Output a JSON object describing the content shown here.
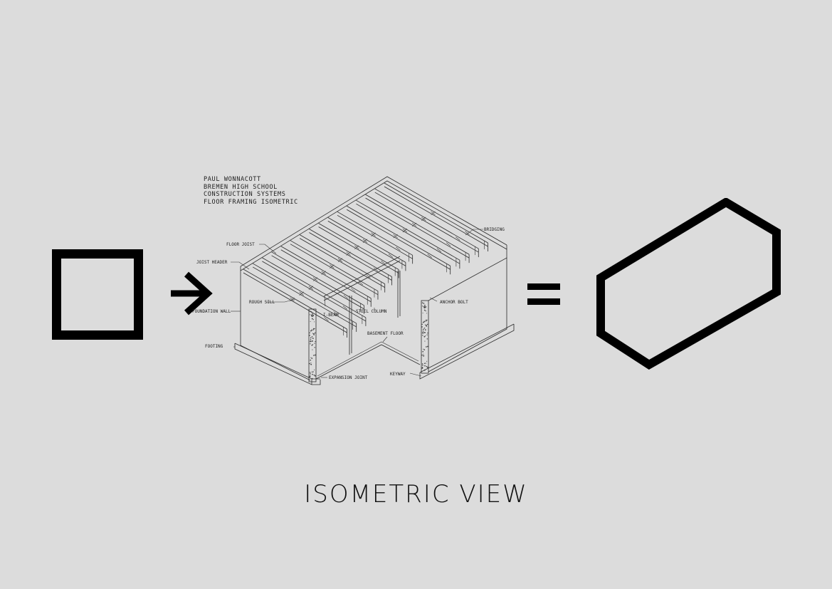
{
  "caption": "ISOMETRIC VIEW",
  "title_block": {
    "lines": [
      "PAUL WONNACOTT",
      "BREMEN HIGH SCHOOL",
      "CONSTRUCTION SYSTEMS",
      "FLOOR FRAMING ISOMETRIC"
    ]
  },
  "labels": {
    "floor_joist": "FLOOR JOIST",
    "joist_header": "JOIST HEADER",
    "rough_sill": "ROUGH SILL",
    "foundation_wall": "FOUNDATION WALL",
    "i_beam": "I-BEAM",
    "steel_column": "STEEL COLUMN",
    "basement_floor": "BASEMENT FLOOR",
    "footing": "FOOTING",
    "expansion_joint": "EXPANSION JOINT",
    "keyway": "KEYWAY",
    "anchor_bolt": "ANCHOR BOLT",
    "bridging": "BRIDGING"
  },
  "colors": {
    "background": "#dcdcdc",
    "ink": "#000000"
  },
  "icons": [
    "square-icon",
    "arrow-right-icon",
    "equals-icon",
    "hexagon-icon"
  ]
}
